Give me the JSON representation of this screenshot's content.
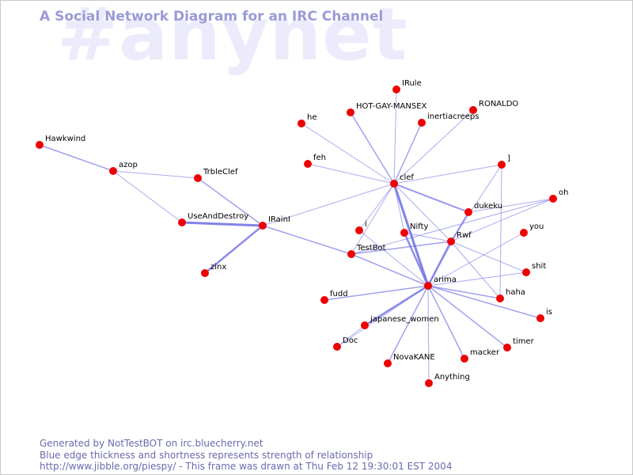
{
  "watermark": "#anynet",
  "title": "A Social Network Diagram for an IRC Channel",
  "footer": {
    "line1": "Generated by NotTestBOT on irc.bluecherry.net",
    "line2": "Blue edge thickness and shortness represents strength of relationship",
    "line3": "http://www.jibble.org/piespy/ - This frame was drawn at Thu Feb 12 19:30:01 EST 2004"
  },
  "colors": {
    "node": "#ee0000",
    "edge": "#7474e6",
    "title": "#9a9ad8",
    "watermark": "#ebebfb"
  },
  "nodes": [
    {
      "id": "Hawkwind"
    },
    {
      "id": "azop"
    },
    {
      "id": "TrbleClef"
    },
    {
      "id": "UseAndDestroy"
    },
    {
      "id": "IRainI"
    },
    {
      "id": "zinx"
    },
    {
      "id": "IRule"
    },
    {
      "id": "HOT-GAY-MANSEX"
    },
    {
      "id": "RONALDO"
    },
    {
      "id": "he"
    },
    {
      "id": "inertiacreeps"
    },
    {
      "id": "feh"
    },
    {
      "id": "clef"
    },
    {
      "id": "]"
    },
    {
      "id": "oh"
    },
    {
      "id": "dukeku"
    },
    {
      "id": "i"
    },
    {
      "id": "Nifty"
    },
    {
      "id": "Rwf"
    },
    {
      "id": "you"
    },
    {
      "id": "TestBot"
    },
    {
      "id": "shit"
    },
    {
      "id": "arima"
    },
    {
      "id": "fudd"
    },
    {
      "id": "haha"
    },
    {
      "id": "is"
    },
    {
      "id": "japanese_women"
    },
    {
      "id": "Doc"
    },
    {
      "id": "timer"
    },
    {
      "id": "macker"
    },
    {
      "id": "NovaKANE"
    },
    {
      "id": "Anything"
    }
  ],
  "edges": [
    {
      "from": "Hawkwind",
      "to": "azop",
      "strength": 1.5
    },
    {
      "from": "azop",
      "to": "TrbleClef",
      "strength": 1
    },
    {
      "from": "azop",
      "to": "UseAndDestroy",
      "strength": 1
    },
    {
      "from": "TrbleClef",
      "to": "IRainI",
      "strength": 1.5
    },
    {
      "from": "UseAndDestroy",
      "to": "IRainI",
      "strength": 3
    },
    {
      "from": "IRainI",
      "to": "zinx",
      "strength": 2.5
    },
    {
      "from": "IRainI",
      "to": "clef",
      "strength": 1
    },
    {
      "from": "IRainI",
      "to": "TestBot",
      "strength": 1.5
    },
    {
      "from": "clef",
      "to": "IRule",
      "strength": 1
    },
    {
      "from": "clef",
      "to": "HOT-GAY-MANSEX",
      "strength": 1.5
    },
    {
      "from": "clef",
      "to": "inertiacreeps",
      "strength": 1.5
    },
    {
      "from": "clef",
      "to": "RONALDO",
      "strength": 1
    },
    {
      "from": "clef",
      "to": "he",
      "strength": 1
    },
    {
      "from": "clef",
      "to": "feh",
      "strength": 1
    },
    {
      "from": "clef",
      "to": "]",
      "strength": 1
    },
    {
      "from": "clef",
      "to": "dukeku",
      "strength": 2
    },
    {
      "from": "clef",
      "to": "i",
      "strength": 1
    },
    {
      "from": "clef",
      "to": "Nifty",
      "strength": 1
    },
    {
      "from": "clef",
      "to": "Rwf",
      "strength": 1
    },
    {
      "from": "clef",
      "to": "TestBot",
      "strength": 1
    },
    {
      "from": "clef",
      "to": "arima",
      "strength": 3
    },
    {
      "from": "]",
      "to": "Rwf",
      "strength": 1
    },
    {
      "from": "]",
      "to": "haha",
      "strength": 1
    },
    {
      "from": "dukeku",
      "to": "oh",
      "strength": 1
    },
    {
      "from": "dukeku",
      "to": "Rwf",
      "strength": 1.5
    },
    {
      "from": "dukeku",
      "to": "arima",
      "strength": 1
    },
    {
      "from": "oh",
      "to": "TestBot",
      "strength": 1
    },
    {
      "from": "oh",
      "to": "Rwf",
      "strength": 1
    },
    {
      "from": "Rwf",
      "to": "TestBot",
      "strength": 1.5
    },
    {
      "from": "Rwf",
      "to": "arima",
      "strength": 2.5
    },
    {
      "from": "Rwf",
      "to": "shit",
      "strength": 1
    },
    {
      "from": "Rwf",
      "to": "haha",
      "strength": 1
    },
    {
      "from": "Rwf",
      "to": "Nifty",
      "strength": 1
    },
    {
      "from": "Nifty",
      "to": "arima",
      "strength": 2.5
    },
    {
      "from": "i",
      "to": "arima",
      "strength": 1
    },
    {
      "from": "TestBot",
      "to": "arima",
      "strength": 1.5
    },
    {
      "from": "you",
      "to": "arima",
      "strength": 1
    },
    {
      "from": "shit",
      "to": "arima",
      "strength": 1
    },
    {
      "from": "arima",
      "to": "fudd",
      "strength": 1.5
    },
    {
      "from": "arima",
      "to": "haha",
      "strength": 1.5
    },
    {
      "from": "arima",
      "to": "is",
      "strength": 1.5
    },
    {
      "from": "arima",
      "to": "japanese_women",
      "strength": 2.5
    },
    {
      "from": "arima",
      "to": "Doc",
      "strength": 1
    },
    {
      "from": "arima",
      "to": "timer",
      "strength": 1.5
    },
    {
      "from": "arima",
      "to": "macker",
      "strength": 1.5
    },
    {
      "from": "arima",
      "to": "NovaKANE",
      "strength": 1.5
    },
    {
      "from": "arima",
      "to": "Anything",
      "strength": 1
    },
    {
      "from": "japanese_women",
      "to": "Doc",
      "strength": 1
    }
  ]
}
